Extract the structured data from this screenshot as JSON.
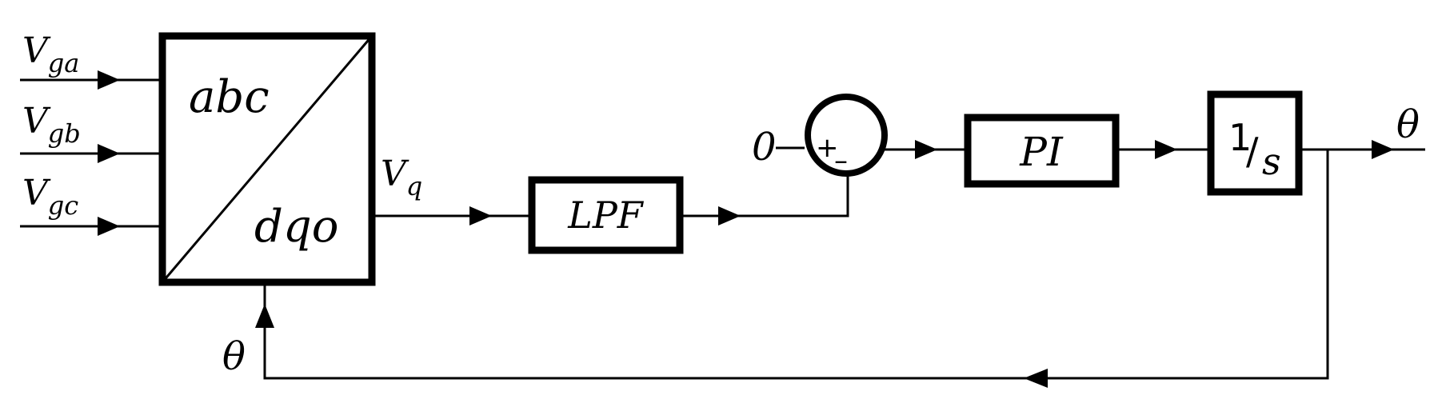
{
  "inputs": {
    "va": {
      "base": "V",
      "sub": "ga"
    },
    "vb": {
      "base": "V",
      "sub": "gb"
    },
    "vc": {
      "base": "V",
      "sub": "gc"
    }
  },
  "transform_block": {
    "top_label": "abc",
    "bottom_label": "dqo"
  },
  "vq_label": {
    "base": "V",
    "sub": "q"
  },
  "lpf_label": "LPF",
  "reference_label": "0",
  "sum_signs": {
    "plus": "+",
    "minus": "–"
  },
  "pi_label": "PI",
  "integrator_label": {
    "num": "1",
    "slash": "/",
    "den": "s"
  },
  "output_label": "θ",
  "feedback_label": "θ"
}
